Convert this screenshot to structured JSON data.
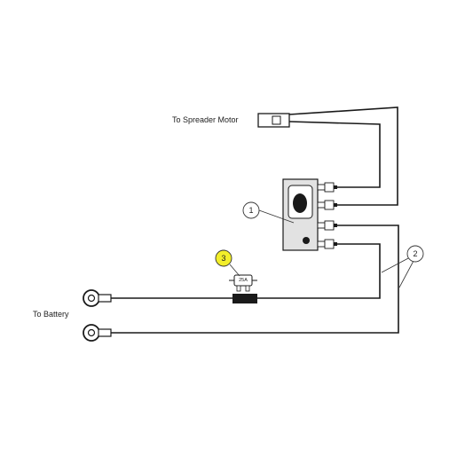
{
  "labels": {
    "spreader_motor": "To Spreader Motor",
    "battery": "To Battery"
  },
  "callouts": {
    "switch": "1",
    "wires": "2",
    "fuse": "3"
  },
  "fuse": {
    "rating": "25A"
  },
  "colors": {
    "wire": "#1a1a1a",
    "switch_body": "#e2e2e2",
    "fuse_callout_fill": "#f2ee2a",
    "callout_fill": "#ffffff"
  }
}
